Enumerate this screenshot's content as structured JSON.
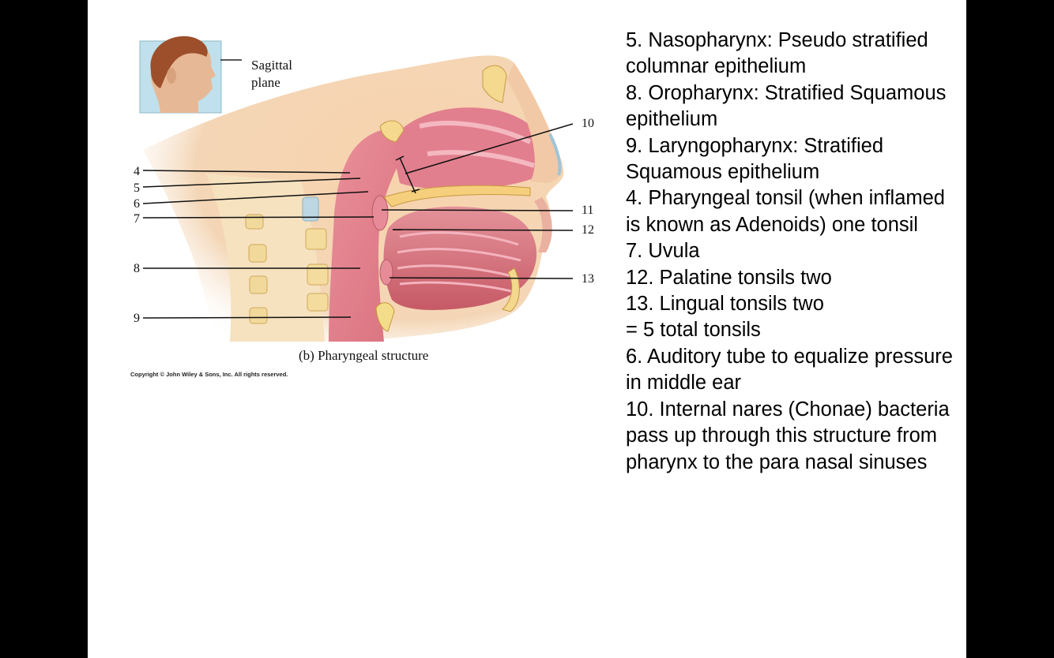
{
  "figure": {
    "inset_label": "Sagittal plane",
    "caption": "(b) Pharyngeal structure",
    "copyright": "Copyright © John Wiley & Sons, Inc. All rights reserved.",
    "left_numbers": [
      "4",
      "5",
      "6",
      "7",
      "8",
      "9"
    ],
    "right_numbers": [
      "10",
      "11",
      "12",
      "13"
    ]
  },
  "notes": [
    "5. Nasopharynx: Pseudo stratified columnar epithelium",
    "8. Oropharynx: Stratified Squamous epithelium",
    "9. Laryngopharynx: Stratified Squamous epithelium",
    "4. Pharyngeal tonsil (when inflamed is known as Adenoids) one tonsil",
    "7. Uvula",
    "12. Palatine tonsils two",
    "13. Lingual tonsils two",
    "= 5 total tonsils",
    "6. Auditory tube to equalize pressure in middle ear",
    "10. Internal nares (Chonae) bacteria pass up through this structure from pharynx to the para nasal sinuses"
  ]
}
